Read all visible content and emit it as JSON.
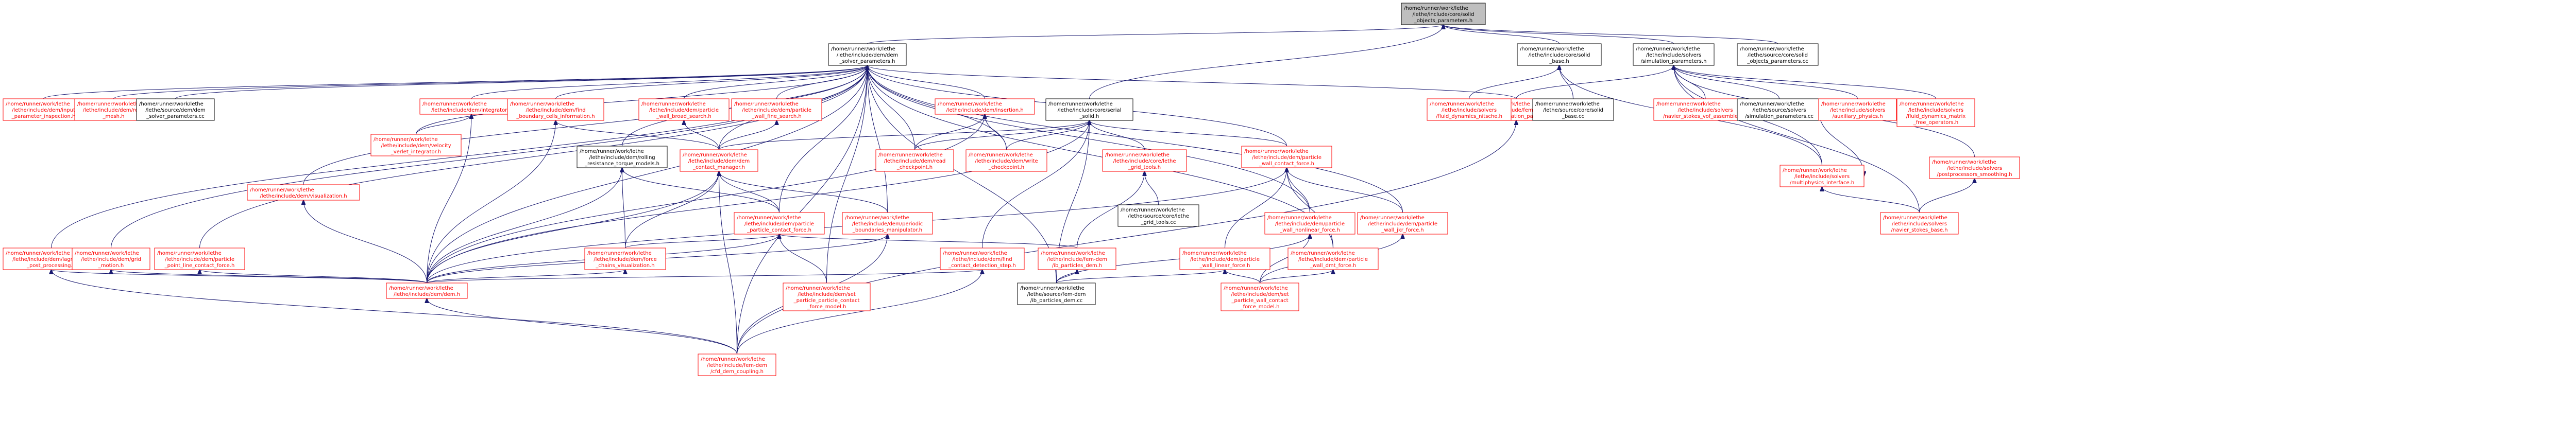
{
  "colors": {
    "root_fill": "#bfbfbf",
    "root_border": "#000000",
    "black_border": "#000000",
    "red_border": "#ff0000",
    "text_black": "#000000",
    "text_red": "#ff0000",
    "edge": "#191970"
  },
  "nodes": [
    {
      "id": "root",
      "style": "root",
      "lines": [
        "/home/runner/work/lethe",
        "/lethe/include/core/solid",
        "_objects_parameters.h"
      ]
    },
    {
      "id": "dem_solver_parameters",
      "style": "black",
      "lines": [
        "/home/runner/work/lethe",
        "/lethe/include/dem/dem",
        "_solver_parameters.h"
      ]
    },
    {
      "id": "core_solid_base",
      "style": "black",
      "lines": [
        "/home/runner/work/lethe",
        "/lethe/include/core/solid",
        "_base.h"
      ]
    },
    {
      "id": "simulation_parameters",
      "style": "black",
      "lines": [
        "/home/runner/work/lethe",
        "/lethe/include/solvers",
        "/simulation_parameters.h"
      ]
    },
    {
      "id": "solid_objects_parameters_cc",
      "style": "black",
      "lines": [
        "/home/runner/work/lethe",
        "/lethe/source/core/solid",
        "_objects_parameters.cc"
      ]
    },
    {
      "id": "serial_solid",
      "style": "black",
      "lines": [
        "/home/runner/work/lethe",
        "/lethe/include/core/serial",
        "_solid.h"
      ]
    },
    {
      "id": "input_parameter_inspection",
      "style": "red",
      "lines": [
        "/home/runner/work/lethe",
        "/lethe/include/dem/input",
        "_parameter_inspection.h"
      ]
    },
    {
      "id": "read_mesh",
      "style": "red",
      "lines": [
        "/home/runner/work/lethe",
        "/lethe/include/dem/read",
        "_mesh.h"
      ]
    },
    {
      "id": "dem_solver_parameters_cc",
      "style": "black",
      "lines": [
        "/home/runner/work/lethe",
        "/lethe/source/dem/dem",
        "_solver_parameters.cc"
      ]
    },
    {
      "id": "integrator",
      "style": "red",
      "lines": [
        "/home/runner/work/lethe",
        "/lethe/include/dem/integrator.h"
      ]
    },
    {
      "id": "find_boundary_cells",
      "style": "red",
      "lines": [
        "/home/runner/work/lethe",
        "/lethe/include/dem/find",
        "_boundary_cells_information.h"
      ]
    },
    {
      "id": "particle_wall_broad_search",
      "style": "red",
      "lines": [
        "/home/runner/work/lethe",
        "/lethe/include/dem/particle",
        "_wall_broad_search.h"
      ]
    },
    {
      "id": "particle_wall_fine_search",
      "style": "red",
      "lines": [
        "/home/runner/work/lethe",
        "/lethe/include/dem/particle",
        "_wall_fine_search.h"
      ]
    },
    {
      "id": "insertion",
      "style": "red",
      "lines": [
        "/home/runner/work/lethe",
        "/lethe/include/dem/insertion.h"
      ]
    },
    {
      "id": "cfd_dem_simulation_parameters",
      "style": "red",
      "lines": [
        "/home/runner/work/lethe",
        "/lethe/include/fem-dem",
        "/cfd_dem_simulation_parameters.h"
      ]
    },
    {
      "id": "fluid_dynamics_rbf",
      "style": "red",
      "lines": [
        "/home/runner/work/lethe",
        "/lethe/include/solvers",
        "/fluid_dynamics_nitsche.h"
      ]
    },
    {
      "id": "solid_base_cc",
      "style": "black",
      "lines": [
        "/home/runner/work/lethe",
        "/lethe/source/core/solid",
        "_base.cc"
      ]
    },
    {
      "id": "navier_stokes_vof_assemblers",
      "style": "red",
      "lines": [
        "/home/runner/work/lethe",
        "/lethe/include/solvers",
        "/navier_stokes_vof_assemblers.h"
      ]
    },
    {
      "id": "simulation_parameters_cc",
      "style": "black",
      "lines": [
        "/home/runner/work/lethe",
        "/lethe/source/solvers",
        "/simulation_parameters.cc"
      ]
    },
    {
      "id": "auxiliary_physics",
      "style": "red",
      "lines": [
        "/home/runner/work/lethe",
        "/lethe/include/solvers",
        "/auxiliary_physics.h"
      ]
    },
    {
      "id": "fluid_dynamics_matrix_free_operators",
      "style": "red",
      "lines": [
        "/home/runner/work/lethe",
        "/lethe/include/solvers",
        "/fluid_dynamics_matrix",
        "_free_operators.h"
      ]
    },
    {
      "id": "velocity_verlet_integrator",
      "style": "red",
      "lines": [
        "/home/runner/work/lethe",
        "/lethe/include/dem/velocity",
        "_verlet_integrator.h"
      ]
    },
    {
      "id": "rolling_resistance_torque_models",
      "style": "black",
      "lines": [
        "/home/runner/work/lethe",
        "/lethe/include/dem/rolling",
        "_resistance_torque_models.h"
      ]
    },
    {
      "id": "dem_contact_manager",
      "style": "red",
      "lines": [
        "/home/runner/work/lethe",
        "/lethe/include/dem/dem",
        "_contact_manager.h"
      ]
    },
    {
      "id": "read_checkpoint",
      "style": "red",
      "lines": [
        "/home/runner/work/lethe",
        "/lethe/include/dem/read",
        "_checkpoint.h"
      ]
    },
    {
      "id": "write_checkpoint",
      "style": "red",
      "lines": [
        "/home/runner/work/lethe",
        "/lethe/include/dem/write",
        "_checkpoint.h"
      ]
    },
    {
      "id": "grid_tools",
      "style": "red",
      "lines": [
        "/home/runner/work/lethe",
        "/lethe/include/core/lethe",
        "_grid_tools.h"
      ]
    },
    {
      "id": "particle_wall_contact_force",
      "style": "red",
      "lines": [
        "/home/runner/work/lethe",
        "/lethe/include/dem/particle",
        "_wall_contact_force.h"
      ]
    },
    {
      "id": "multiphysics_interface",
      "style": "red",
      "lines": [
        "/home/runner/work/lethe",
        "/lethe/include/solvers",
        "/multiphysics_interface.h"
      ]
    },
    {
      "id": "postprocessors_smoothing",
      "style": "red",
      "lines": [
        "/home/runner/work/lethe",
        "/lethe/include/solvers",
        "/postprocessors_smoothing.h"
      ]
    },
    {
      "id": "visualization",
      "style": "red",
      "lines": [
        "/home/runner/work/lethe",
        "/lethe/include/dem/visualization.h"
      ]
    },
    {
      "id": "particle_particle_contact_force",
      "style": "red",
      "lines": [
        "/home/runner/work/lethe",
        "/lethe/include/dem/particle",
        "_particle_contact_force.h"
      ]
    },
    {
      "id": "periodic_boundaries_manipulator",
      "style": "red",
      "lines": [
        "/home/runner/work/lethe",
        "/lethe/include/dem/periodic",
        "_boundaries_manipulator.h"
      ]
    },
    {
      "id": "lethe_grid_tools_cc",
      "style": "black",
      "lines": [
        "/home/runner/work/lethe",
        "/lethe/source/core/lethe",
        "_grid_tools.cc"
      ]
    },
    {
      "id": "particle_wall_nonlinear_force",
      "style": "red",
      "lines": [
        "/home/runner/work/lethe",
        "/lethe/include/dem/particle",
        "_wall_nonlinear_force.h"
      ]
    },
    {
      "id": "particle_wall_jkr_force",
      "style": "red",
      "lines": [
        "/home/runner/work/lethe",
        "/lethe/include/dem/particle",
        "_wall_jkr_force.h"
      ]
    },
    {
      "id": "navier_stokes_base",
      "style": "red",
      "lines": [
        "/home/runner/work/lethe",
        "/lethe/include/solvers",
        "/navier_stokes_base.h"
      ]
    },
    {
      "id": "lagrangian_post_processing",
      "style": "red",
      "lines": [
        "/home/runner/work/lethe",
        "/lethe/include/dem/lagrangian",
        "_post_processing.h"
      ]
    },
    {
      "id": "dem_grid",
      "style": "red",
      "lines": [
        "/home/runner/work/lethe",
        "/lethe/include/dem/grid",
        "_motion.h"
      ]
    },
    {
      "id": "particle_point_line_contact_force",
      "style": "red",
      "lines": [
        "/home/runner/work/lethe",
        "/lethe/include/dem/particle",
        "_point_line_contact_force.h"
      ]
    },
    {
      "id": "force_chains_visualization",
      "style": "red",
      "lines": [
        "/home/runner/work/lethe",
        "/lethe/include/dem/force",
        "_chains_visualization.h"
      ]
    },
    {
      "id": "find_contact_detection_step",
      "style": "red",
      "lines": [
        "/home/runner/work/lethe",
        "/lethe/include/dem/find",
        "_contact_detection_step.h"
      ]
    },
    {
      "id": "dem_cfd_particles_dem",
      "style": "red",
      "lines": [
        "/home/runner/work/lethe",
        "/lethe/include/fem-dem",
        "/ib_particles_dem.h"
      ]
    },
    {
      "id": "particle_wall_linear_force",
      "style": "red",
      "lines": [
        "/home/runner/work/lethe",
        "/lethe/include/dem/particle",
        "_wall_linear_force.h"
      ]
    },
    {
      "id": "particle_wall_dmt_force",
      "style": "red",
      "lines": [
        "/home/runner/work/lethe",
        "/lethe/include/dem/particle",
        "_wall_dmt_force.h"
      ]
    },
    {
      "id": "dem",
      "style": "red",
      "lines": [
        "/home/runner/work/lethe",
        "/lethe/include/dem/dem.h"
      ]
    },
    {
      "id": "particle_particle_contact_force_model",
      "style": "red",
      "lines": [
        "/home/runner/work/lethe",
        "/lethe/include/dem/set",
        "_particle_particle_contact",
        "_force_model.h"
      ]
    },
    {
      "id": "ib_particles_dem_cc",
      "style": "black",
      "lines": [
        "/home/runner/work/lethe",
        "/lethe/source/fem-dem",
        "/ib_particles_dem.cc"
      ]
    },
    {
      "id": "particle_wall_contact_force_model",
      "style": "red",
      "lines": [
        "/home/runner/work/lethe",
        "/lethe/include/dem/set",
        "_particle_wall_contact",
        "_force_model.h"
      ]
    },
    {
      "id": "cfd_dem_coupling",
      "style": "red",
      "lines": [
        "/home/runner/work/lethe",
        "/lethe/include/fem-dem",
        "/cfd_dem_coupling.h"
      ]
    }
  ],
  "edges": [
    [
      "dem_solver_parameters",
      "root"
    ],
    [
      "core_solid_base",
      "root"
    ],
    [
      "simulation_parameters",
      "root"
    ],
    [
      "solid_objects_parameters_cc",
      "root"
    ],
    [
      "serial_solid",
      "root"
    ],
    [
      "input_parameter_inspection",
      "dem_solver_parameters"
    ],
    [
      "read_mesh",
      "dem_solver_parameters"
    ],
    [
      "dem_solver_parameters_cc",
      "dem_solver_parameters"
    ],
    [
      "integrator",
      "dem_solver_parameters"
    ],
    [
      "find_boundary_cells",
      "dem_solver_parameters"
    ],
    [
      "particle_wall_broad_search",
      "dem_solver_parameters"
    ],
    [
      "particle_wall_fine_search",
      "dem_solver_parameters"
    ],
    [
      "insertion",
      "dem_solver_parameters"
    ],
    [
      "cfd_dem_simulation_parameters",
      "dem_solver_parameters"
    ],
    [
      "rolling_resistance_torque_models",
      "dem_solver_parameters"
    ],
    [
      "dem_contact_manager",
      "dem_solver_parameters"
    ],
    [
      "read_checkpoint",
      "dem_solver_parameters"
    ],
    [
      "write_checkpoint",
      "dem_solver_parameters"
    ],
    [
      "particle_wall_contact_force",
      "dem_solver_parameters"
    ],
    [
      "visualization",
      "dem_solver_parameters"
    ],
    [
      "particle_particle_contact_force",
      "dem_solver_parameters"
    ],
    [
      "periodic_boundaries_manipulator",
      "dem_solver_parameters"
    ],
    [
      "particle_wall_nonlinear_force",
      "dem_solver_parameters"
    ],
    [
      "particle_wall_jkr_force",
      "dem_solver_parameters"
    ],
    [
      "lagrangian_post_processing",
      "dem_solver_parameters"
    ],
    [
      "dem_grid",
      "dem_solver_parameters"
    ],
    [
      "particle_point_line_contact_force",
      "dem_solver_parameters"
    ],
    [
      "dem",
      "dem_solver_parameters"
    ],
    [
      "velocity_verlet_integrator",
      "dem_solver_parameters"
    ],
    [
      "particle_wall_dmt_force",
      "dem_solver_parameters"
    ],
    [
      "particle_particle_contact_force_model",
      "dem_solver_parameters"
    ],
    [
      "cfd_dem_coupling",
      "dem_solver_parameters"
    ],
    [
      "ib_particles_dem_cc",
      "dem_solver_parameters"
    ],
    [
      "fluid_dynamics_rbf",
      "core_solid_base"
    ],
    [
      "solid_base_cc",
      "core_solid_base"
    ],
    [
      "multiphysics_interface",
      "core_solid_base"
    ],
    [
      "navier_stokes_vof_assemblers",
      "simulation_parameters"
    ],
    [
      "simulation_parameters_cc",
      "simulation_parameters"
    ],
    [
      "auxiliary_physics",
      "simulation_parameters"
    ],
    [
      "fluid_dynamics_matrix_free_operators",
      "simulation_parameters"
    ],
    [
      "cfd_dem_simulation_parameters",
      "simulation_parameters"
    ],
    [
      "multiphysics_interface",
      "simulation_parameters"
    ],
    [
      "postprocessors_smoothing",
      "simulation_parameters"
    ],
    [
      "navier_stokes_base",
      "simulation_parameters"
    ],
    [
      "auxiliary_physics",
      "multiphysics_interface"
    ],
    [
      "navier_stokes_base",
      "multiphysics_interface"
    ],
    [
      "cfd_dem_coupling",
      "cfd_dem_simulation_parameters"
    ],
    [
      "velocity_verlet_integrator",
      "integrator"
    ],
    [
      "dem",
      "integrator"
    ],
    [
      "dem",
      "find_boundary_cells"
    ],
    [
      "dem_contact_manager",
      "find_boundary_cells"
    ],
    [
      "dem_contact_manager",
      "particle_wall_broad_search"
    ],
    [
      "dem_contact_manager",
      "particle_wall_fine_search"
    ],
    [
      "read_checkpoint",
      "insertion"
    ],
    [
      "write_checkpoint",
      "insertion"
    ],
    [
      "dem",
      "insertion"
    ],
    [
      "dem_contact_manager",
      "serial_solid"
    ],
    [
      "read_checkpoint",
      "serial_solid"
    ],
    [
      "write_checkpoint",
      "serial_solid"
    ],
    [
      "grid_tools",
      "serial_solid"
    ],
    [
      "particle_wall_contact_force",
      "serial_solid"
    ],
    [
      "find_contact_detection_step",
      "serial_solid"
    ],
    [
      "ib_particles_dem_cc",
      "serial_solid"
    ],
    [
      "dem",
      "serial_solid"
    ],
    [
      "particle_particle_contact_force",
      "rolling_resistance_torque_models"
    ],
    [
      "force_chains_visualization",
      "rolling_resistance_torque_models"
    ],
    [
      "dem",
      "rolling_resistance_torque_models"
    ],
    [
      "dem",
      "dem_contact_manager"
    ],
    [
      "force_chains_visualization",
      "dem_contact_manager"
    ],
    [
      "periodic_boundaries_manipulator",
      "dem_contact_manager"
    ],
    [
      "cfd_dem_coupling",
      "dem_contact_manager"
    ],
    [
      "particle_particle_contact_force",
      "dem_contact_manager"
    ],
    [
      "lethe_grid_tools_cc",
      "grid_tools"
    ],
    [
      "dem_cfd_particles_dem",
      "grid_tools"
    ],
    [
      "particle_wall_nonlinear_force",
      "particle_wall_contact_force"
    ],
    [
      "particle_wall_jkr_force",
      "particle_wall_contact_force"
    ],
    [
      "particle_wall_linear_force",
      "particle_wall_contact_force"
    ],
    [
      "particle_wall_dmt_force",
      "particle_wall_contact_force"
    ],
    [
      "dem",
      "particle_wall_contact_force"
    ],
    [
      "dem",
      "visualization"
    ],
    [
      "force_chains_visualization",
      "particle_particle_contact_force"
    ],
    [
      "dem",
      "particle_particle_contact_force"
    ],
    [
      "particle_particle_contact_force_model",
      "particle_particle_contact_force"
    ],
    [
      "dem_cfd_particles_dem",
      "particle_particle_contact_force"
    ],
    [
      "dem",
      "periodic_boundaries_manipulator"
    ],
    [
      "cfd_dem_coupling",
      "periodic_boundaries_manipulator"
    ],
    [
      "particle_wall_contact_force_model",
      "particle_wall_nonlinear_force"
    ],
    [
      "ib_particles_dem_cc",
      "particle_wall_nonlinear_force"
    ],
    [
      "particle_wall_contact_force_model",
      "particle_wall_jkr_force"
    ],
    [
      "navier_stokes_base",
      "postprocessors_smoothing"
    ],
    [
      "dem",
      "lagrangian_post_processing"
    ],
    [
      "cfd_dem_coupling",
      "lagrangian_post_processing"
    ],
    [
      "dem",
      "dem_grid"
    ],
    [
      "dem",
      "particle_point_line_contact_force"
    ],
    [
      "dem",
      "force_chains_visualization"
    ],
    [
      "dem",
      "find_contact_detection_step"
    ],
    [
      "cfd_dem_coupling",
      "find_contact_detection_step"
    ],
    [
      "ib_particles_dem_cc",
      "dem_cfd_particles_dem"
    ],
    [
      "particle_wall_contact_force_model",
      "particle_wall_linear_force"
    ],
    [
      "ib_particles_dem_cc",
      "particle_wall_linear_force"
    ],
    [
      "particle_wall_contact_force_model",
      "particle_wall_dmt_force"
    ],
    [
      "cfd_dem_coupling",
      "dem"
    ]
  ]
}
